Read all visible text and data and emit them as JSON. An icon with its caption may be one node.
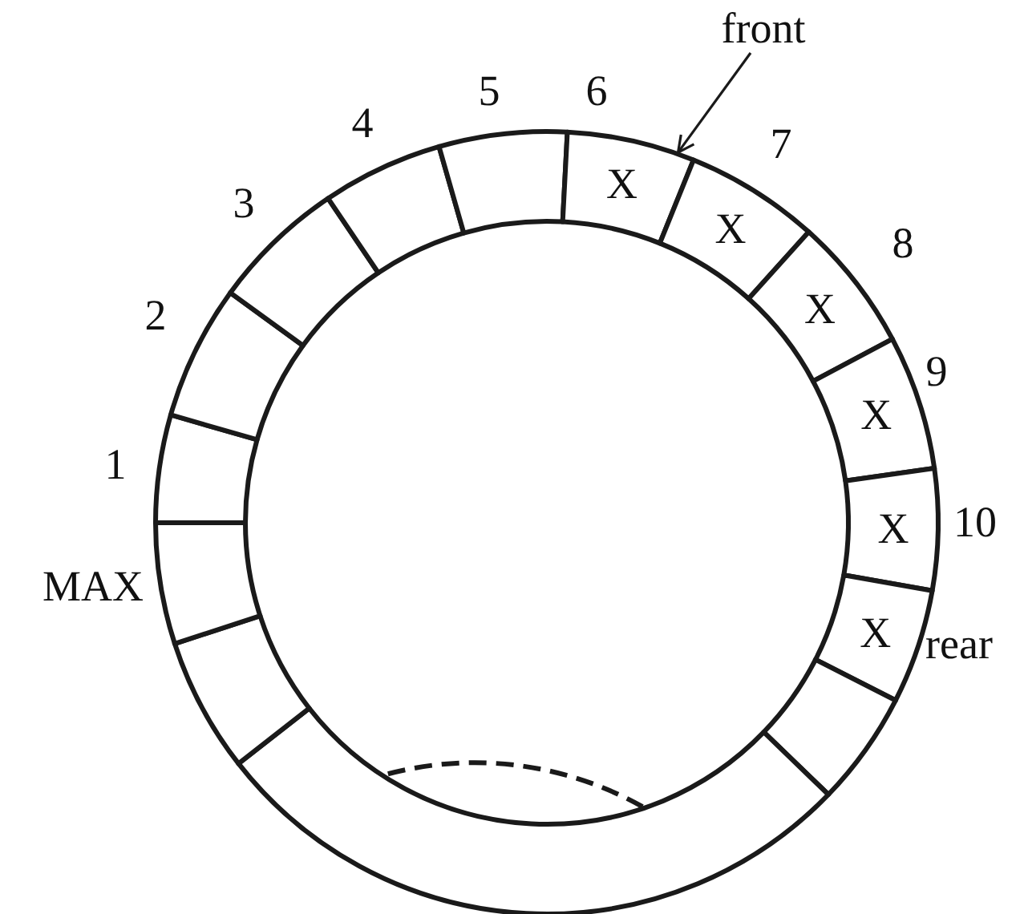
{
  "diagram": {
    "nodes": [
      {
        "text": [],
        "shape": "segment"
      },
      {
        "text": [],
        "shape": "segment"
      },
      {
        "text": [],
        "shape": "segment"
      },
      {
        "text": [],
        "shape": "segment"
      },
      {
        "text": [],
        "shape": "segment"
      },
      {
        "text": [
          "X"
        ]
      },
      {
        "text": [
          "X"
        ]
      },
      {
        "text": [
          "X"
        ]
      },
      {
        "text": [
          "X"
        ]
      },
      {
        "text": [
          "X"
        ]
      },
      {
        "text": [
          "X"
        ]
      },
      {
        "text": [],
        "shape": "segment"
      },
      {
        "text": [],
        "shape": "segment"
      },
      {
        "text": [],
        "shape": "segment"
      },
      {
        "text": [],
        "shape": "segment"
      },
      {
        "text": [
          "front"
        ]
      }
    ],
    "edges": [
      {
        "from": 15,
        "to": 5,
        "arrow": "to"
      }
    ],
    "labels": [
      "5",
      "6",
      "4",
      "7",
      "3",
      "8",
      "2",
      "9",
      "1",
      "10",
      "MAX",
      "rear"
    ]
  }
}
